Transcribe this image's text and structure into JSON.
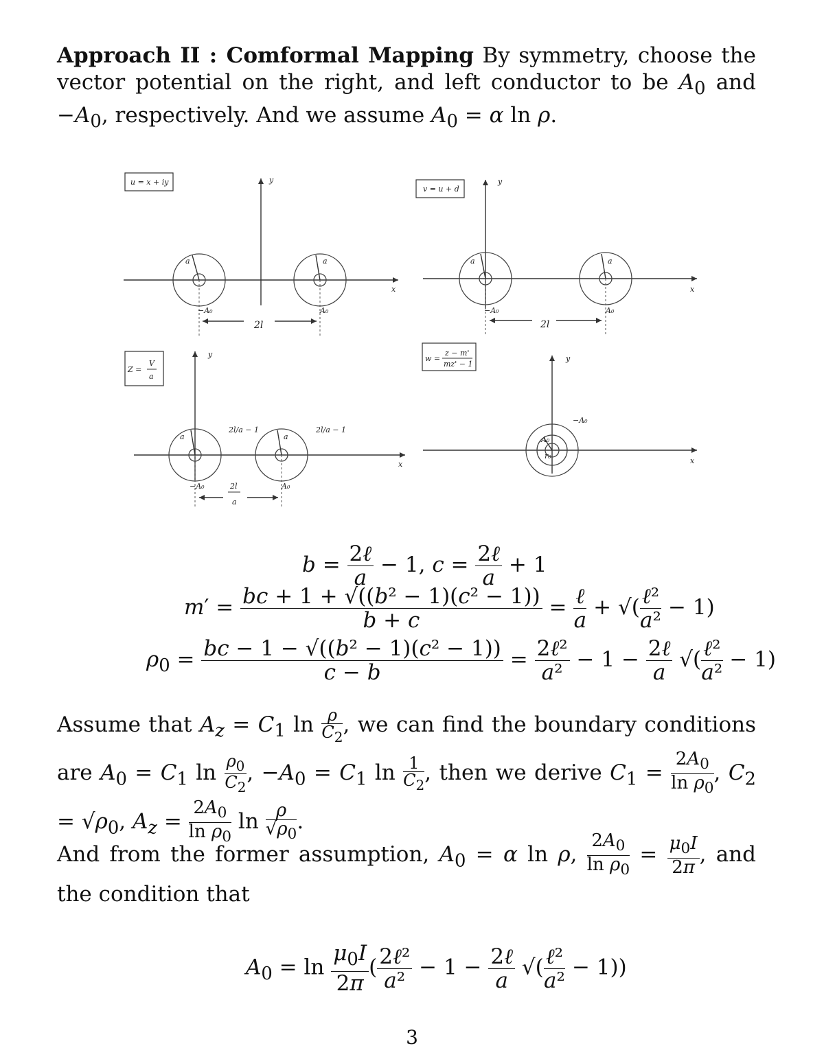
{
  "heading": "Approach II : Comformal Mapping",
  "intro_rest": "By symmetry, choose the vector potential on the right, and left conductor to be A₀ and −A₀, respectively. And we assume A₀ = α ln ρ.",
  "figure": {
    "panel1": {
      "box": "u = x + iy",
      "sep": "2l",
      "right_label": "A₀",
      "left_label": "−A₀",
      "radius": "a",
      "x": "x",
      "y": "y"
    },
    "panel2": {
      "box": "v = u + d",
      "sep": "2l",
      "right_label": "A₀",
      "left_label": "−A₀",
      "radius": "a",
      "x": "x",
      "y": "y"
    },
    "panel3": {
      "box_top": "V",
      "box_left": "Z =",
      "box_bottom": "a",
      "sep_top": "2l",
      "sep_bottom": "a",
      "mid1": "2l/a − 1",
      "mid2": "2l/a − 1",
      "right_label": "A₀",
      "left_label": "−A₀",
      "radius": "a",
      "x": "x",
      "y": "y"
    },
    "panel4": {
      "box_left": "w =",
      "box_top": "z − m'",
      "box_bottom": "mz' − 1",
      "outer_label": "−A₀",
      "inner_label": "A₀",
      "rho": "r₀",
      "x": "x",
      "y": "y"
    }
  },
  "equations": {
    "eq1": "b = 2ℓ/a − 1, c = 2ℓ/a + 1",
    "eq2_lhs": "m′ =",
    "eq3_lhs": "ρ₀ ="
  },
  "para2": "Assume that A_z = C₁ ln ρ/C₂, we can find the boundary conditions are A₀ = C₁ ln ρ₀/C₂, −A₀ = C₁ ln 1/C₂, then we derive C₁ = 2A₀/ln ρ₀, C₂ = √ρ₀, A_z = 2A₀/ln ρ₀ ln ρ/√ρ₀.",
  "para3": "And from the former assumption, A₀ = α ln ρ, 2A₀/ln ρ₀ = μ₀I/2π, and the condition that",
  "final_eq": "A₀ = ln μ₀I/2π (2ℓ²/a² − 1 − 2ℓ/a √(ℓ²/a² − 1))",
  "page_number": "3"
}
